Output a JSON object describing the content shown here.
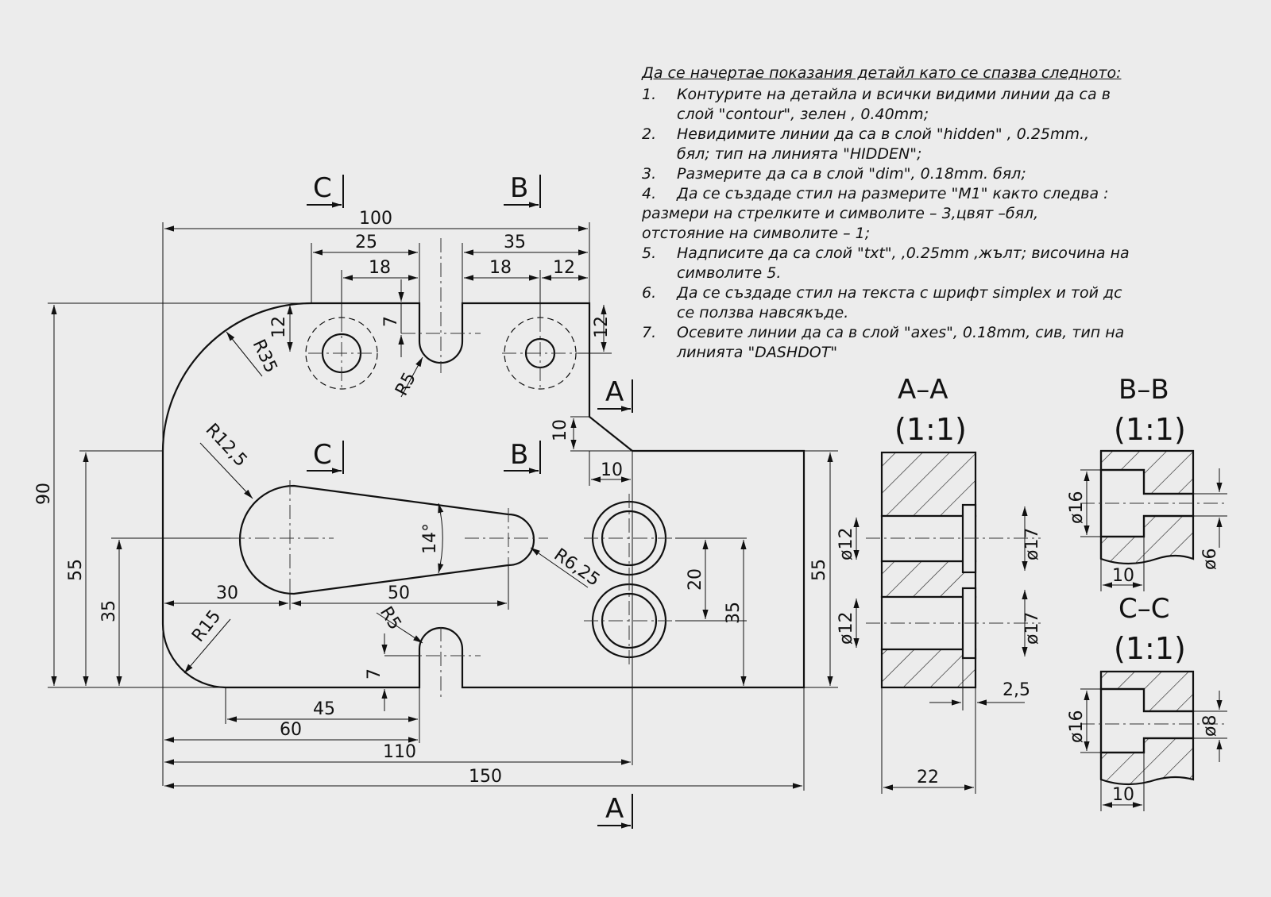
{
  "instructions": {
    "heading": "Да се начертае показания детайл като се спазва следното:",
    "items": [
      {
        "num": "1.",
        "lines": [
          "Контурите на детайла и всички видими линии да са в",
          "слой \"contour\", зелен , 0.40mm;"
        ]
      },
      {
        "num": "2.",
        "lines": [
          "Невидимите линии да са в слой \"hidden\" , 0.25mm.,",
          "бял; тип на линията \"HIDDEN\";"
        ]
      },
      {
        "num": "3.",
        "lines": [
          "Размерите да са в слой \"dim\", 0.18mm. бял;"
        ]
      },
      {
        "num": "4.",
        "lines": [
          "Да се създаде стил на размерите \"M1\" както следва :"
        ],
        "extra": [
          "размери на стрелките и символите – 3,цвят –бял,",
          "отстояние на символите – 1;"
        ]
      },
      {
        "num": "5.",
        "lines": [
          "Надписите да са слой \"txt\", ,0.25mm ,жълт; височина на",
          "символите 5."
        ]
      },
      {
        "num": "6.",
        "lines": [
          "Да се създаде стил на текста с шрифт simplex и той дс",
          "се ползва навсякъде."
        ]
      },
      {
        "num": "7.",
        "lines": [
          "Осевите линии да са в слой \"axes\", 0.18mm, сив, тип на",
          "линията \"DASHDOT\""
        ]
      }
    ]
  },
  "section_labels": {
    "c_top": "C",
    "b_top": "B",
    "c_mid": "C",
    "b_mid": "B",
    "a_right": "A",
    "a_bottom": "A"
  },
  "main_view_dims": {
    "d100": "100",
    "d25": "25",
    "d35": "35",
    "d18a": "18",
    "d18b": "18",
    "d12a": "12",
    "d7a": "7",
    "d12left": "12",
    "d12right": "12",
    "r35": "R35",
    "r5a": "R5",
    "d10v": "10",
    "d10h": "10",
    "r12_5": "R12,5",
    "angle14": "14°",
    "r6_25": "R6,25",
    "d90": "90",
    "d55left": "55",
    "d35left": "35",
    "d30": "30",
    "d50": "50",
    "d20": "20",
    "d35right": "35",
    "d55right": "55",
    "r15": "R15",
    "r5b": "R5",
    "d7b": "7",
    "d45": "45",
    "d60": "60",
    "d110": "110",
    "d150": "150"
  },
  "section_aa": {
    "title": "A–A",
    "scale": "(1:1)",
    "dims": {
      "phi12a": "ø12",
      "phi12b": "ø12",
      "phi17a": "ø17",
      "phi17b": "ø17",
      "d2_5": "2,5",
      "d22": "22"
    }
  },
  "section_bb": {
    "title": "B–B",
    "scale": "(1:1)",
    "dims": {
      "phi16": "ø16",
      "phi6": "ø6",
      "d10": "10"
    }
  },
  "section_cc": {
    "title": "C–C",
    "scale": "(1:1)",
    "dims": {
      "phi16": "ø16",
      "phi8": "ø8",
      "d10": "10"
    }
  }
}
